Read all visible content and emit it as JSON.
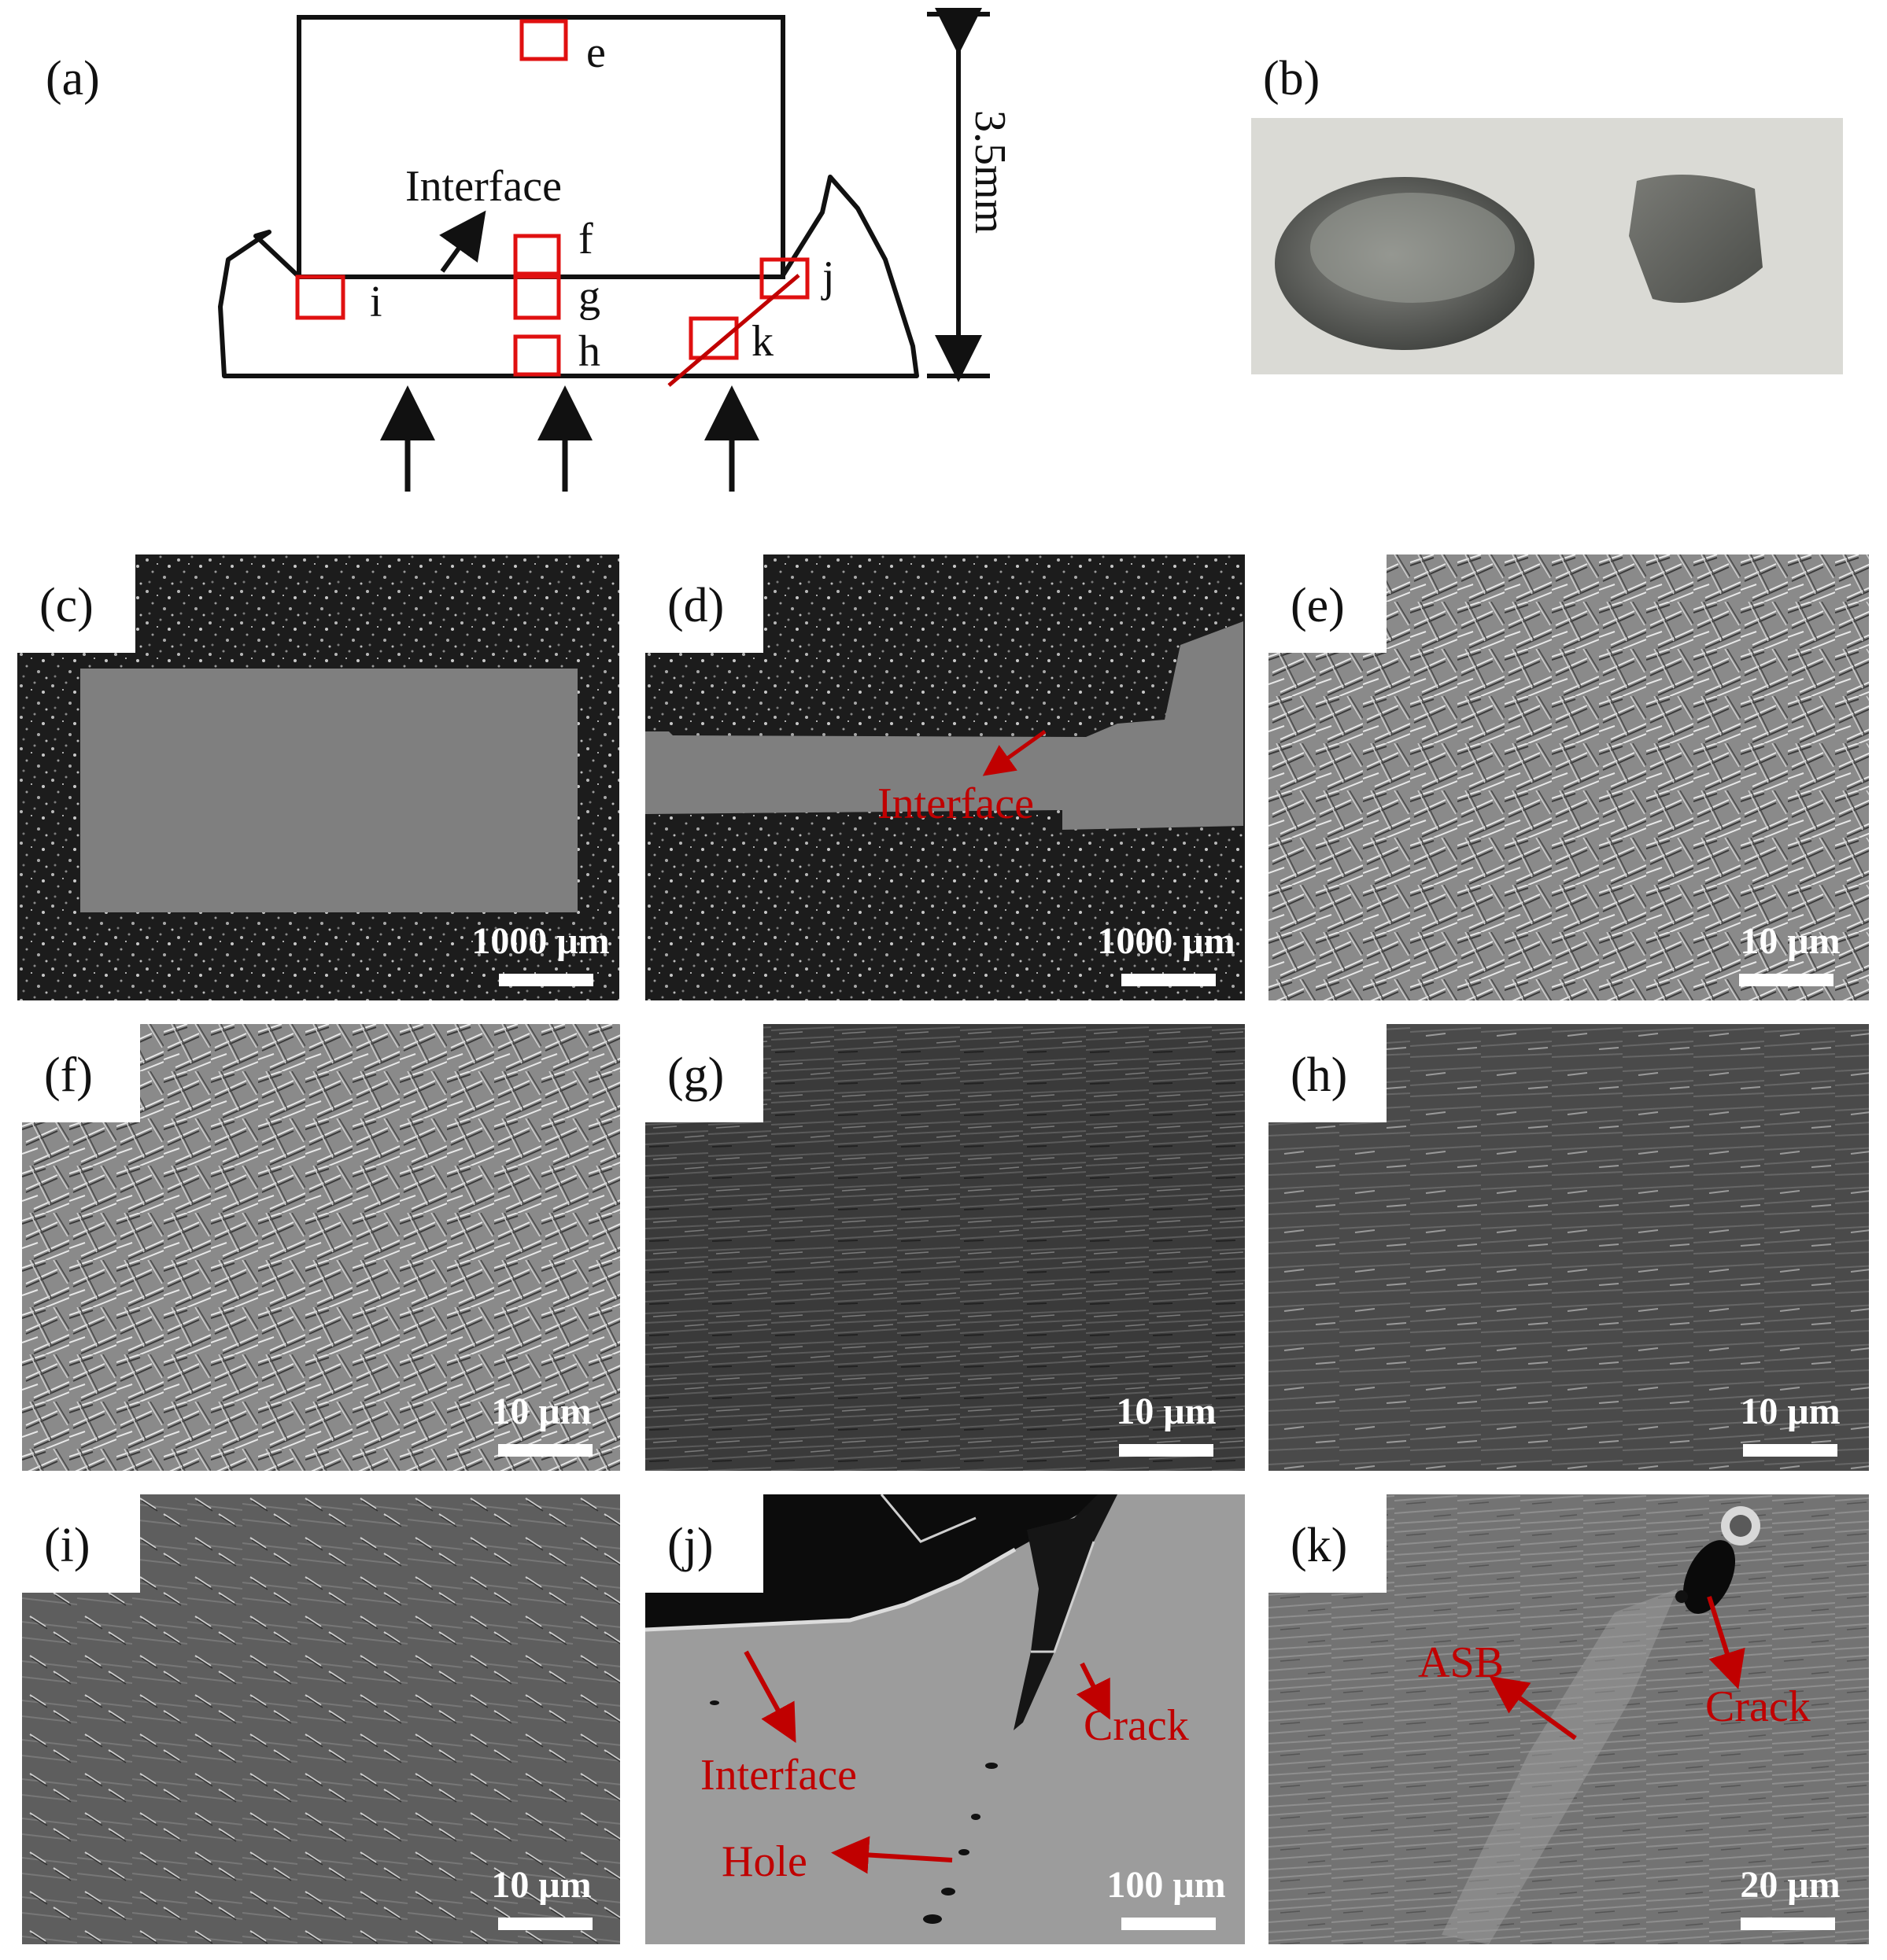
{
  "figure": {
    "a": {
      "label": "(a)",
      "interface_text": "Interface",
      "dimension": "3.5mm",
      "region_letters": [
        "e",
        "f",
        "g",
        "h",
        "i",
        "j",
        "k"
      ]
    },
    "b": {
      "label": "(b)"
    },
    "panels": [
      {
        "id": "c",
        "label": "(c)",
        "scale": "1000 μm"
      },
      {
        "id": "d",
        "label": "(d)",
        "scale": "1000 μm",
        "annotations": [
          "Interface"
        ]
      },
      {
        "id": "e",
        "label": "(e)",
        "scale": "10 μm"
      },
      {
        "id": "f",
        "label": "(f)",
        "scale": "10 μm"
      },
      {
        "id": "g",
        "label": "(g)",
        "scale": "10 μm"
      },
      {
        "id": "h",
        "label": "(h)",
        "scale": "10 μm"
      },
      {
        "id": "i",
        "label": "(i)",
        "scale": "10 μm"
      },
      {
        "id": "j",
        "label": "(j)",
        "scale": "100 μm",
        "annotations": [
          "Interface",
          "Crack",
          "Hole"
        ]
      },
      {
        "id": "k",
        "label": "(k)",
        "scale": "20 μm",
        "annotations": [
          "ASB",
          "Crack"
        ]
      }
    ],
    "colors": {
      "annotation": "#c00000",
      "outline": "#111111",
      "region_box": "#e01010"
    }
  }
}
